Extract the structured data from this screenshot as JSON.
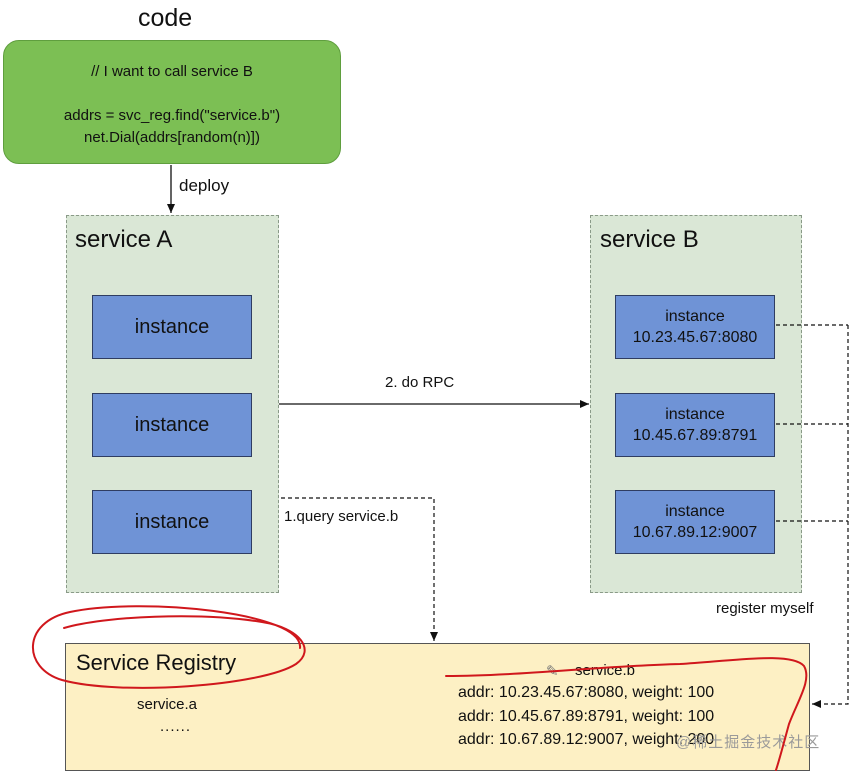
{
  "code": {
    "title": "code",
    "line1": "// I want to call service B",
    "line2": "addrs = svc_reg.find(\"service.b\")",
    "line3": "net.Dial(addrs[random(n)])"
  },
  "deploy_label": "deploy",
  "service_a": {
    "title": "service A",
    "instances": [
      "instance",
      "instance",
      "instance"
    ]
  },
  "service_b": {
    "title": "service B",
    "instances": [
      {
        "label": "instance",
        "addr": "10.23.45.67:8080"
      },
      {
        "label": "instance",
        "addr": "10.45.67.89:8791"
      },
      {
        "label": "instance",
        "addr": "10.67.89.12:9007"
      }
    ]
  },
  "rpc_label": "2. do RPC",
  "query_label": "1.query service.b",
  "register_label": "register myself",
  "registry": {
    "title": "Service Registry",
    "service_a": "service.a",
    "ellipsis": "......",
    "service_b": "service.b",
    "entries": [
      "addr: 10.23.45.67:8080, weight: 100",
      "addr: 10.45.67.89:8791, weight: 100",
      "addr: 10.67.89.12:9007, weight: 200"
    ]
  },
  "watermark": "@稀土掘金技术社区",
  "colors": {
    "code_box": "#7cbf54",
    "service_bg": "#dae7d6",
    "instance": "#6f93d6",
    "registry_bg": "#fdf0c4",
    "annotation": "#d0171c"
  }
}
